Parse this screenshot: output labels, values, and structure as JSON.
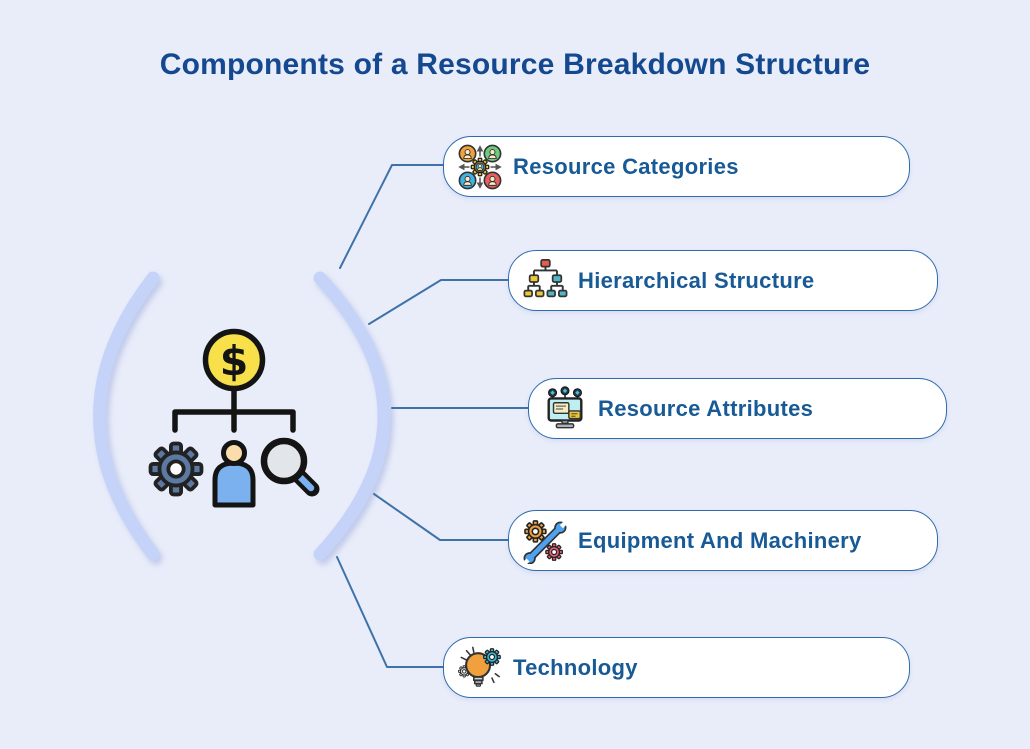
{
  "title": "Components of a Resource Breakdown Structure",
  "central": {
    "icon": "resource-breakdown-illustration",
    "currency_symbol": "$",
    "parts": [
      "dollar-coin-icon",
      "gear-icon",
      "person-icon",
      "magnifier-icon"
    ]
  },
  "items": [
    {
      "label": "Resource Categories",
      "icon": "people-network-icon"
    },
    {
      "label": "Hierarchical Structure",
      "icon": "hierarchy-tree-icon"
    },
    {
      "label": "Resource Attributes",
      "icon": "monitor-nodes-icon"
    },
    {
      "label": "Equipment And Machinery",
      "icon": "wrench-gears-icon"
    },
    {
      "label": "Technology",
      "icon": "bulb-gear-icon"
    }
  ],
  "colors": {
    "background": "#e9edfa",
    "title_text": "#14498f",
    "label_text": "#185a96",
    "box_border": "#2f6bad",
    "box_background": "#ffffff",
    "connector": "#3f72a8",
    "arc": "#c5d3f8"
  }
}
